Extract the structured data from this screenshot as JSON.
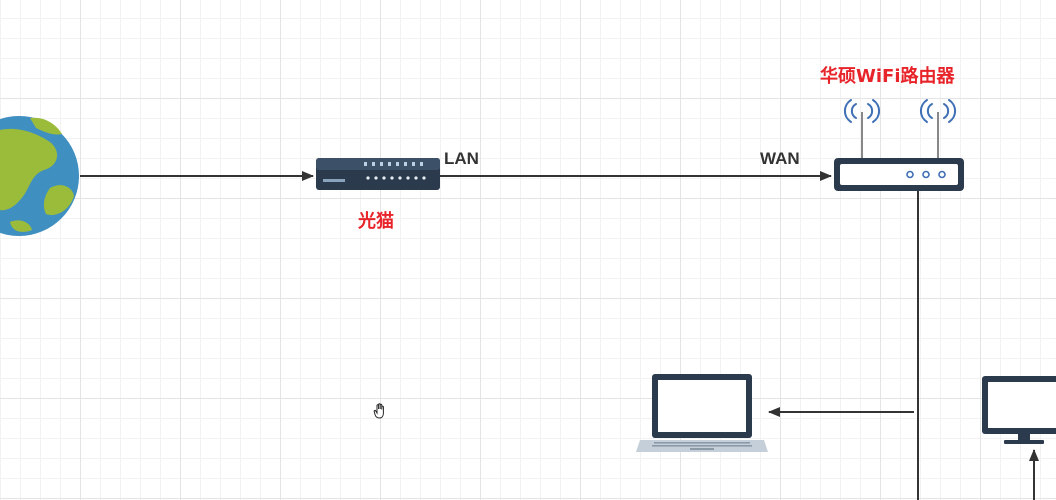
{
  "diagram": {
    "labels": {
      "router": "华硕WiFi路由器",
      "modem": "光猫",
      "lan_port": "LAN",
      "wan_port": "WAN"
    },
    "nodes": [
      {
        "id": "internet",
        "icon": "globe-icon"
      },
      {
        "id": "modem",
        "icon": "modem-icon",
        "label": "光猫"
      },
      {
        "id": "router",
        "icon": "router-icon",
        "label": "华硕WiFi路由器"
      },
      {
        "id": "laptop",
        "icon": "laptop-icon"
      },
      {
        "id": "desktop",
        "icon": "monitor-icon"
      }
    ],
    "edges": [
      {
        "from": "internet",
        "to": "modem"
      },
      {
        "from": "modem",
        "to": "router",
        "from_port": "LAN",
        "to_port": "WAN"
      },
      {
        "from": "router",
        "to": "laptop"
      },
      {
        "from": "router",
        "to": "desktop"
      }
    ],
    "colors": {
      "label_red": "#e8242b",
      "device_dark": "#2b3a4c",
      "wifi_blue": "#3f6fb5",
      "globe_ocean": "#3f8fc1",
      "globe_land": "#9bbb3a",
      "line": "#333333"
    }
  }
}
